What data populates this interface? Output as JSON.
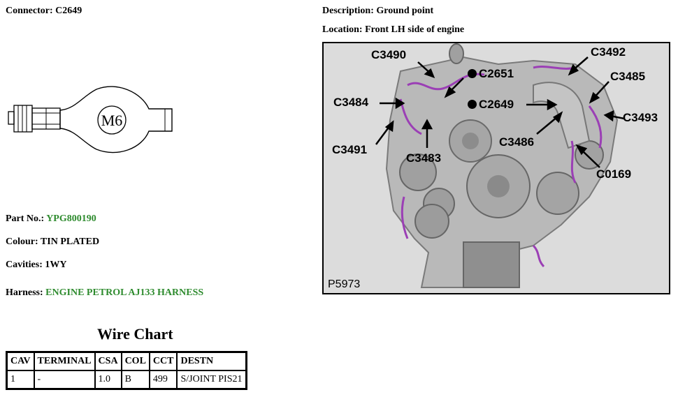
{
  "connector": {
    "label": "Connector:",
    "value": "C2649"
  },
  "description": {
    "label": "Description:",
    "value": "Ground point"
  },
  "location": {
    "label": "Location:",
    "value": "Front LH side of engine"
  },
  "terminal_drawing": {
    "stud_label": "M6"
  },
  "part_no": {
    "label": "Part No.:",
    "value": "YPG800190"
  },
  "colour": {
    "label": "Colour:",
    "value": "TIN PLATED"
  },
  "cavities": {
    "label": "Cavities:",
    "value": "1WY"
  },
  "harness": {
    "label": "Harness:",
    "value": "ENGINE PETROL AJ133 HARNESS"
  },
  "figure": {
    "code": "P5973",
    "callouts": {
      "c3490": "C3490",
      "c3492": "C3492",
      "c2651": "C2651",
      "c3485": "C3485",
      "c3484": "C3484",
      "c2649": "C2649",
      "c3493": "C3493",
      "c3491": "C3491",
      "c3486": "C3486",
      "c3483": "C3483",
      "c0169": "C0169"
    }
  },
  "wire_chart": {
    "title": "Wire Chart",
    "headers": [
      "CAV",
      "TERMINAL",
      "CSA",
      "COL",
      "CCT",
      "DESTN"
    ],
    "rows": [
      [
        "1",
        "-",
        "1.0",
        "B",
        "499",
        "S/JOINT PIS21"
      ]
    ]
  },
  "colors": {
    "green_text": "#2e8b2e",
    "harness_purple": "#9b3fb5"
  }
}
